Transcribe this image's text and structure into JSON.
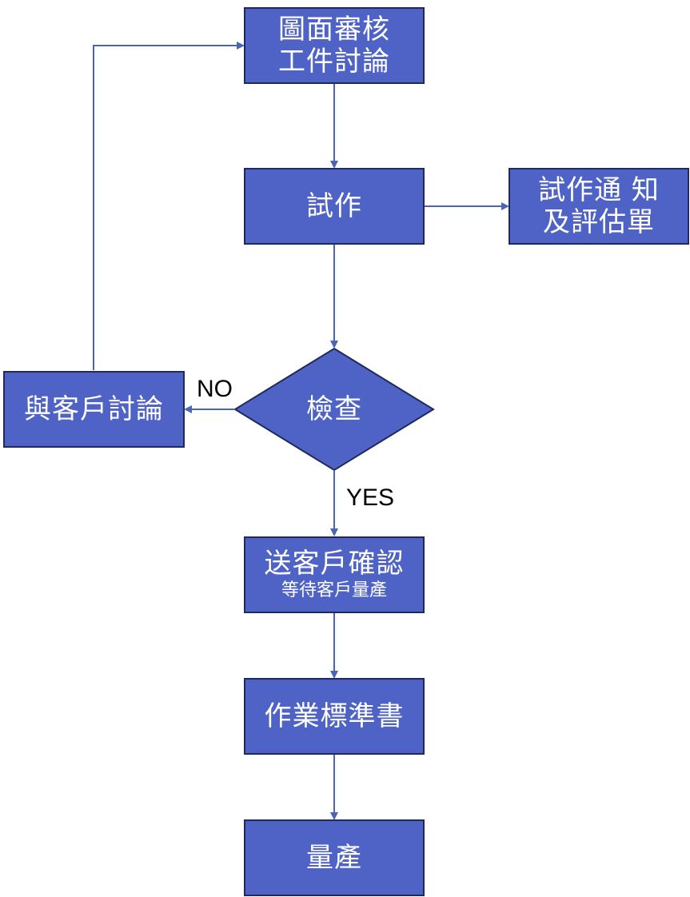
{
  "nodes": {
    "review": {
      "line1": "圖面審核",
      "line2": "工件討論"
    },
    "trial": {
      "label": "試作"
    },
    "notice": {
      "line1": "試作通 知",
      "line2": "及評估單"
    },
    "check": {
      "label": "檢查"
    },
    "discuss": {
      "label": "與客戶討論"
    },
    "confirm": {
      "line1": "送客戶確認",
      "line2": "等待客戶量產"
    },
    "sop": {
      "label": "作業標準書"
    },
    "mass": {
      "label": "量產"
    }
  },
  "branches": {
    "no": "NO",
    "yes": "YES"
  },
  "colors": {
    "node_fill": "#4f63c6",
    "node_border": "#1f2a5a",
    "arrow": "#4a64b8"
  }
}
